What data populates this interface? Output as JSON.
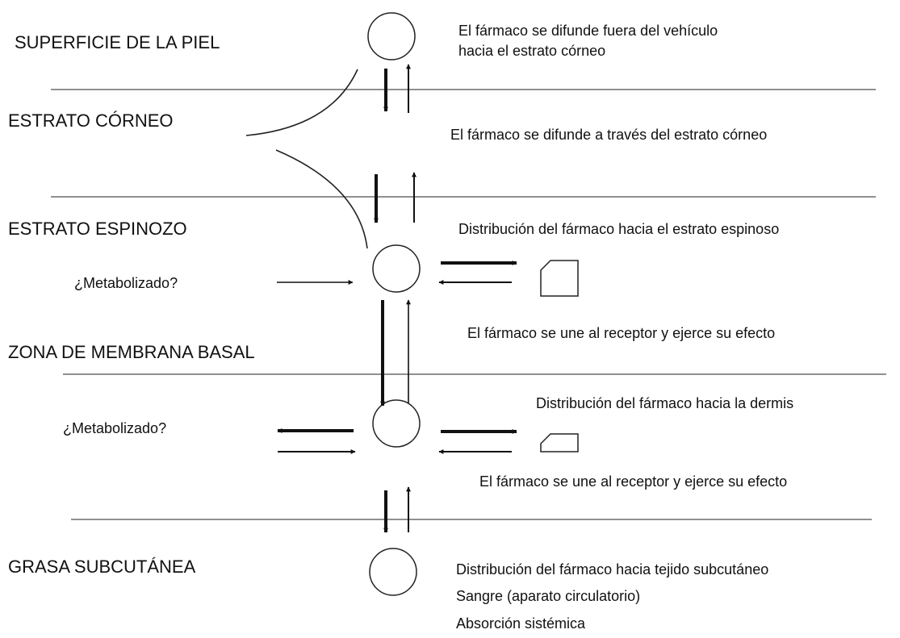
{
  "layers": {
    "skin_surface": "SUPERFICIE DE LA PIEL",
    "stratum_corneum": "ESTRATO CÓRNEO",
    "stratum_spinosum": "ESTRATO ESPINOZO",
    "basement_membrane": "ZONA DE MEMBRANA BASAL",
    "subcutaneous_fat": "GRASA SUBCUTÁNEA"
  },
  "steps": {
    "diffuse_out_line1": "El fármaco se difunde fuera del vehículo",
    "diffuse_out_line2": "hacia el estrato córneo",
    "diffuse_through": "El fármaco se difunde a través del estrato córneo",
    "dist_spinosum": "Distribución del fármaco hacia el estrato espinoso",
    "receptor_1": "El fármaco se une al receptor y ejerce su efecto",
    "dist_dermis": "Distribución del fármaco hacia la dermis",
    "receptor_2": "El fármaco se une al receptor y ejerce su efecto",
    "dist_subcutaneous": "Distribución del fármaco hacia tejido subcutáneo",
    "blood": "Sangre (aparato circulatorio)",
    "systemic": "Absorción sistémica"
  },
  "metabolized": {
    "q1": "¿Metabolizado?",
    "q2": "¿Metabolizado?"
  }
}
